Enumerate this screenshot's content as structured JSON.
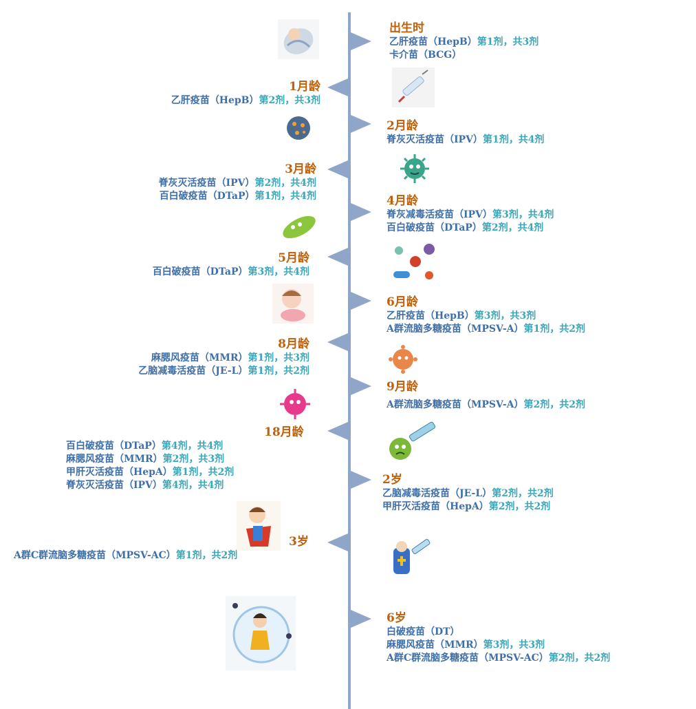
{
  "events": [
    {
      "age": "出生时",
      "lines": [
        {
          "vac": "乙肝疫苗（HepB）",
          "dose": "第1剂，共3剂"
        },
        {
          "vac": "卡介苗（BCG）",
          "dose": ""
        }
      ]
    },
    {
      "age": "1月龄",
      "lines": [
        {
          "vac": "乙肝疫苗（HepB）",
          "dose": "第2剂，共3剂"
        }
      ]
    },
    {
      "age": "2月龄",
      "lines": [
        {
          "vac": "脊灰灭活疫苗（IPV）",
          "dose": "第1剂，共4剂"
        }
      ]
    },
    {
      "age": "3月龄",
      "lines": [
        {
          "vac": "脊灰灭活疫苗（IPV）",
          "dose": "第2剂，共4剂"
        },
        {
          "vac": "百白破疫苗（DTaP）",
          "dose": "第1剂，共4剂"
        }
      ]
    },
    {
      "age": "4月龄",
      "lines": [
        {
          "vac": "脊灰减毒活疫苗（IPV）",
          "dose": "第3剂，共4剂"
        },
        {
          "vac": "百白破疫苗（DTaP）",
          "dose": "第2剂，共4剂"
        }
      ]
    },
    {
      "age": "5月龄",
      "lines": [
        {
          "vac": "百白破疫苗（DTaP）",
          "dose": "第3剂，共4剂"
        }
      ]
    },
    {
      "age": "6月龄",
      "lines": [
        {
          "vac": "乙肝疫苗（HepB）",
          "dose": "第3剂，共3剂"
        },
        {
          "vac": "A群流脑多糖疫苗（MPSV-A）",
          "dose": "第1剂，共2剂"
        }
      ]
    },
    {
      "age": "8月龄",
      "lines": [
        {
          "vac": "麻腮风疫苗（MMR）",
          "dose": "第1剂，共3剂"
        },
        {
          "vac": "乙脑减毒活疫苗（JE-L）",
          "dose": "第1剂，共2剂"
        }
      ]
    },
    {
      "age": "9月龄",
      "lines": [
        {
          "vac": "A群流脑多糖疫苗（MPSV-A）",
          "dose": "第2剂，共2剂"
        }
      ]
    },
    {
      "age": "18月龄",
      "lines": [
        {
          "vac": "百白破疫苗（DTaP）",
          "dose": "第4剂，共4剂"
        },
        {
          "vac": "麻腮风疫苗（MMR）",
          "dose": "第2剂，共3剂"
        },
        {
          "vac": "甲肝灭活疫苗（HepA）",
          "dose": "第1剂，共2剂"
        },
        {
          "vac": "脊灰灭活疫苗（IPV）",
          "dose": "第4剂，共4剂"
        }
      ]
    },
    {
      "age": "2岁",
      "lines": [
        {
          "vac": "乙脑减毒活疫苗（JE-L）",
          "dose": "第2剂，共2剂"
        },
        {
          "vac": "甲肝灭活疫苗（HepA）",
          "dose": "第2剂，共2剂"
        }
      ]
    },
    {
      "age": "3岁",
      "lines": [
        {
          "vac": "A群C群流脑多糖疫苗（MPSV-AC）",
          "dose": "第1剂，共2剂"
        }
      ]
    },
    {
      "age": "6岁",
      "lines": [
        {
          "vac": "白破疫苗（DT）",
          "dose": ""
        },
        {
          "vac": "麻腮风疫苗（MMR）",
          "dose": "第3剂，共3剂"
        },
        {
          "vac": "A群C群流脑多糖疫苗（MPSV-AC）",
          "dose": "第2剂，共2剂"
        }
      ]
    }
  ],
  "colors": {
    "age": "#c0600a",
    "vaccine": "#3f6fa8",
    "dose": "#3aa7b8",
    "axis": "#8fa6c8"
  }
}
